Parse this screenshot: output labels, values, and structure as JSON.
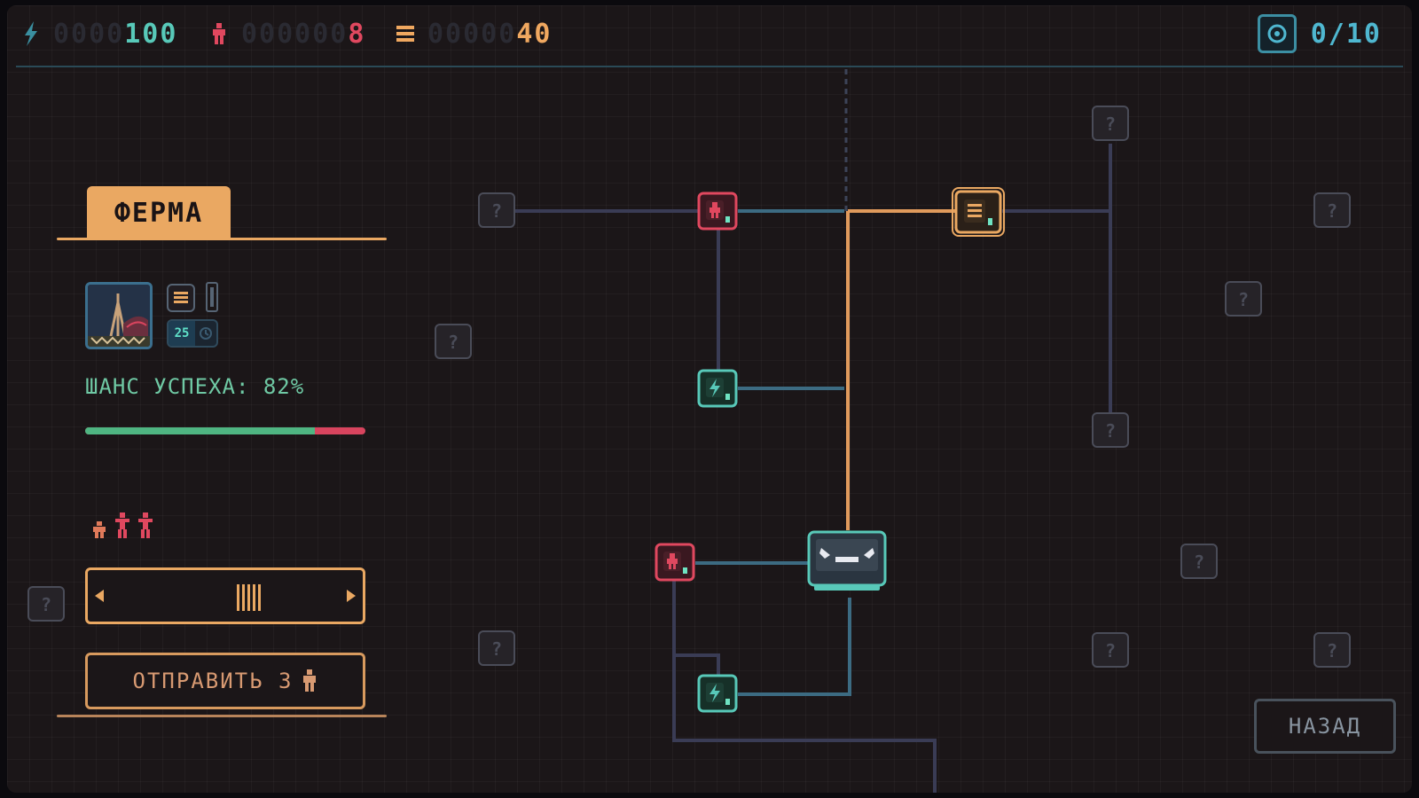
{
  "resources": {
    "energy": {
      "ghost": "0000",
      "value": "100"
    },
    "people": {
      "ghost": "000000",
      "value": "8"
    },
    "food": {
      "ghost": "00000",
      "value": "40"
    }
  },
  "cycle": {
    "value": "0/10"
  },
  "panel": {
    "title": "ФЕРМА",
    "timer_value": "25",
    "success_text": "ШАНС УСПЕХА: 82%",
    "success_fraction": 0.82,
    "crew_count": 3,
    "send_label": "ОТПРАВИТЬ 3"
  },
  "back_label": "НАЗАД",
  "colors": {
    "energy": "#58c9b9",
    "people": "#e0485f",
    "food": "#f0a860",
    "accent": "#eaa862",
    "line_blue": "#3f6f86",
    "line_gray": "#3d3f58"
  },
  "map_nodes": [
    {
      "kind": "unknown",
      "icon": "question-icon"
    },
    {
      "kind": "people",
      "icon": "person-icon"
    },
    {
      "kind": "food",
      "icon": "food-icon"
    },
    {
      "kind": "energy",
      "icon": "lightning-icon"
    },
    {
      "kind": "base",
      "icon": "base-icon"
    }
  ]
}
